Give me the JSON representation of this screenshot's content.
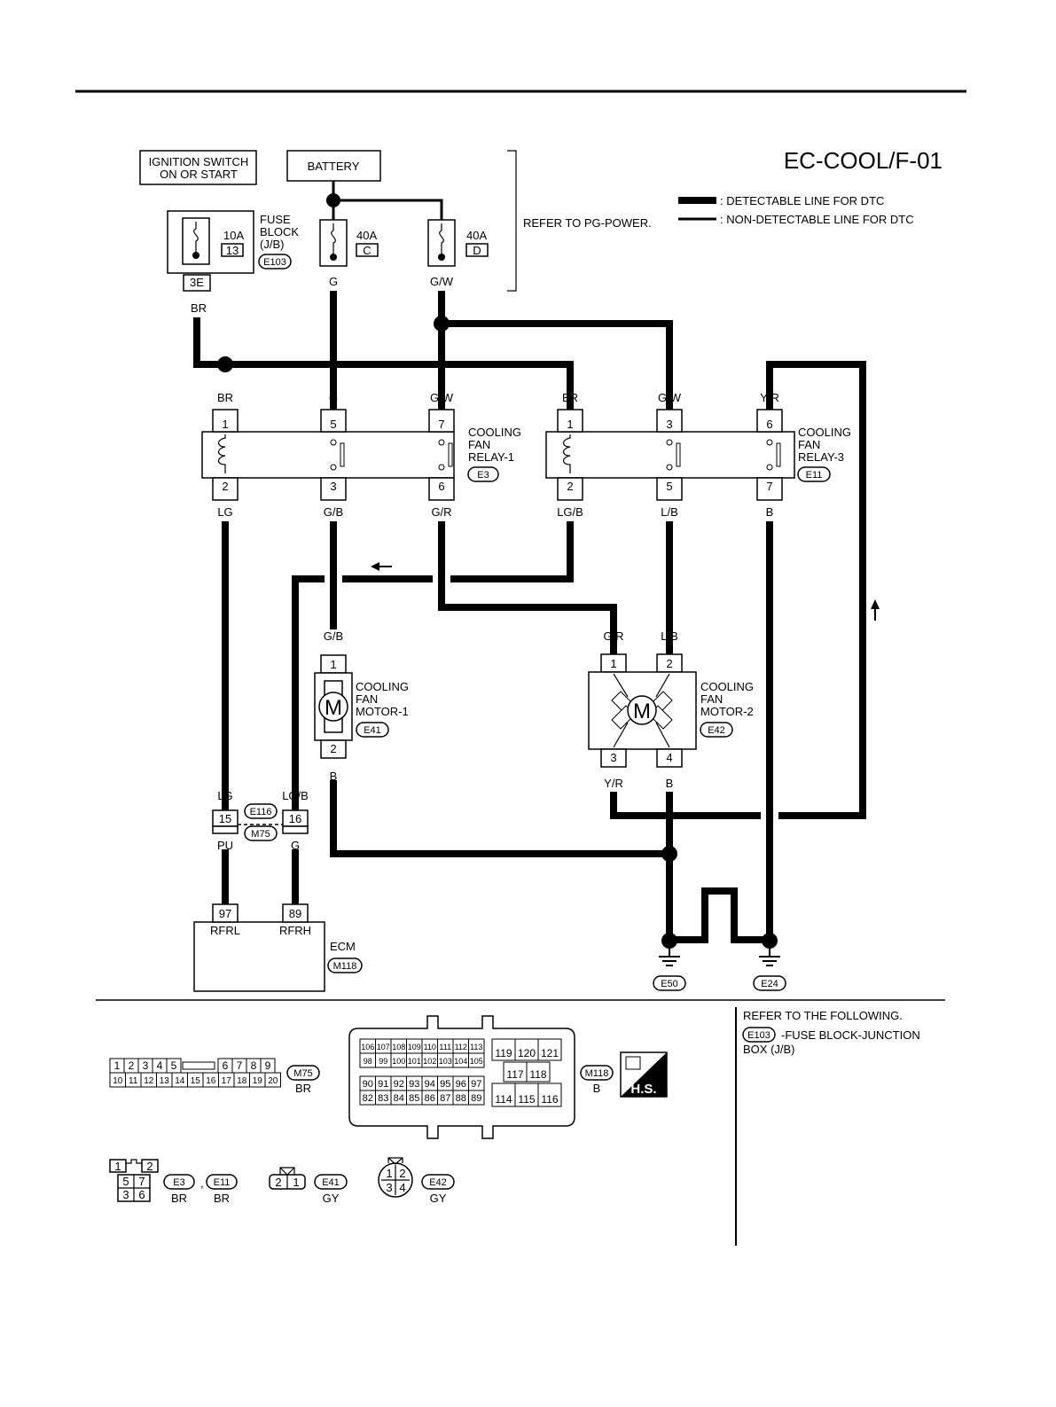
{
  "header": {
    "diagram_id": "EC-COOL/F-01"
  },
  "legend": {
    "detectable": ": DETECTABLE LINE FOR DTC",
    "non_detectable": ": NON-DETECTABLE LINE FOR DTC"
  },
  "power": {
    "ignition_line1": "IGNITION SWITCH",
    "ignition_line2": "ON OR START",
    "battery": "BATTERY",
    "refer_pg": "REFER TO PG-POWER.",
    "fuse_block_l1": "FUSE",
    "fuse_block_l2": "BLOCK",
    "fuse_block_l3": "(J/B)",
    "fuse_block_conn": "E103",
    "fuse_block_term": "3E",
    "fuse1_amp": "10A",
    "fuse1_no": "13",
    "fuse2_amp": "40A",
    "fuse2_no": "C",
    "fuse3_amp": "40A",
    "fuse3_no": "D"
  },
  "wires": {
    "br": "BR",
    "g": "G",
    "gw": "G/W",
    "yr": "Y/R",
    "lg": "LG",
    "gb": "G/B",
    "gr": "G/R",
    "lgb": "LG/B",
    "lb": "L/B",
    "b": "B",
    "pu": "PU"
  },
  "relay1": {
    "line1": "COOLING",
    "line2": "FAN",
    "line3": "RELAY-1",
    "conn": "E3",
    "t1": "1",
    "t5": "5",
    "t7": "7",
    "t2": "2",
    "t3": "3",
    "t6": "6"
  },
  "relay3": {
    "line1": "COOLING",
    "line2": "FAN",
    "line3": "RELAY-3",
    "conn": "E11",
    "t1": "1",
    "t3": "3",
    "t6": "6",
    "t2": "2",
    "t5": "5",
    "t7": "7"
  },
  "motor1": {
    "line1": "COOLING",
    "line2": "FAN",
    "line3": "MOTOR-1",
    "conn": "E41",
    "symbol": "M",
    "t1": "1",
    "t2": "2"
  },
  "motor2": {
    "line1": "COOLING",
    "line2": "FAN",
    "line3": "MOTOR-2",
    "conn": "E42",
    "symbol": "M",
    "t1": "1",
    "t2": "2",
    "t3": "3",
    "t4": "4"
  },
  "joint": {
    "conn_a": "E116",
    "conn_b": "M75",
    "t15": "15",
    "t16": "16"
  },
  "ecm": {
    "name": "ECM",
    "conn": "M118",
    "t97": "97",
    "t89": "89",
    "rfrl": "RFRL",
    "rfrh": "RFRH"
  },
  "grounds": {
    "g1": "E50",
    "g2": "E24"
  },
  "footer": {
    "refer_title": "REFER TO THE FOLLOWING.",
    "refer_conn": "E103",
    "refer_desc1": "-FUSE BLOCK-JUNCTION",
    "refer_desc2": "BOX (J/B)",
    "m75_conn": "M75",
    "m75_color": "BR",
    "m118_conn": "M118",
    "m118_color": "B",
    "hs": "H.S.",
    "e3_conn": "E3",
    "e3_color": "BR",
    "comma": ",",
    "e11_conn": "E11",
    "e11_color": "BR",
    "e41_conn": "E41",
    "e41_color": "GY",
    "e42_conn": "E42",
    "e42_color": "GY",
    "m75_row1": [
      "1",
      "2",
      "3",
      "4",
      "5",
      "6",
      "7",
      "8",
      "9"
    ],
    "m75_row2": [
      "10",
      "11",
      "12",
      "13",
      "14",
      "15",
      "16",
      "17",
      "18",
      "19",
      "20"
    ],
    "m118_r1": [
      "106",
      "107",
      "108",
      "109",
      "110",
      "111",
      "112",
      "113"
    ],
    "m118_r2": [
      "98",
      "99",
      "100",
      "101",
      "102",
      "103",
      "104",
      "105"
    ],
    "m118_r3": [
      "90",
      "91",
      "92",
      "93",
      "94",
      "95",
      "96",
      "97"
    ],
    "m118_r4": [
      "82",
      "83",
      "84",
      "85",
      "86",
      "87",
      "88",
      "89"
    ],
    "m118_s1": [
      "119",
      "120",
      "121"
    ],
    "m118_s2": [
      "117",
      "118"
    ],
    "m118_s3": [
      "114",
      "115",
      "116"
    ],
    "relay_pins": [
      "1",
      "2",
      "5",
      "7",
      "3",
      "6"
    ],
    "e41_pins": [
      "2",
      "1"
    ],
    "e42_pins": [
      "1",
      "2",
      "3",
      "4"
    ]
  }
}
